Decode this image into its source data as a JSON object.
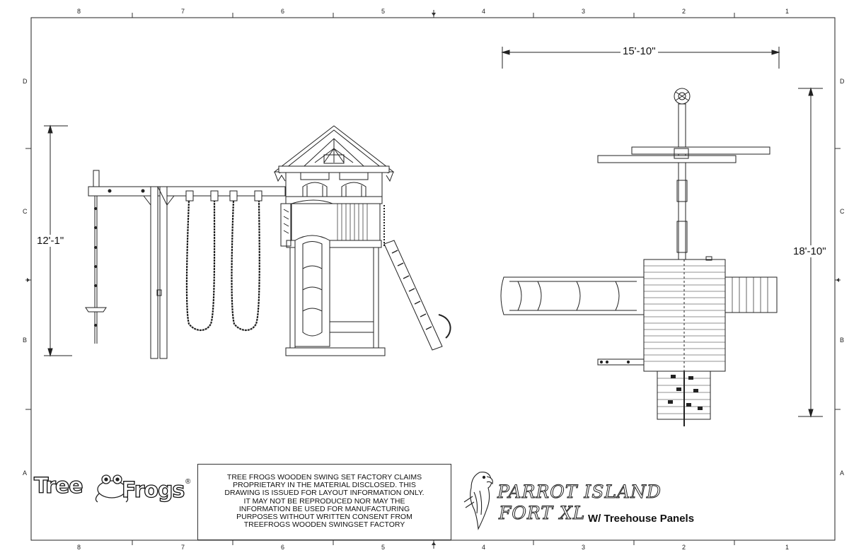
{
  "zones": {
    "columns": [
      "8",
      "7",
      "6",
      "5",
      "4",
      "3",
      "2",
      "1"
    ],
    "rows": [
      "D",
      "C",
      "B",
      "A"
    ]
  },
  "dimensions": {
    "width_top": "15'-10\"",
    "height_left": "12'-1\"",
    "depth_right": "18'-10\""
  },
  "disclaimer": {
    "lines": [
      "TREE FROGS WOODEN SWING SET FACTORY CLAIMS",
      "PROPRIETARY IN THE MATERIAL DISCLOSED. THIS",
      "DRAWING IS ISSUED FOR LAYOUT INFORMATION ONLY.",
      "IT MAY NOT BE REPRODUCED NOR MAY THE",
      "INFORMATION BE USED FOR MANUFACTURING",
      "PURPOSES WITHOUT WRITTEN CONSENT FROM",
      "TREEFROGS WOODEN SWINGSET FACTORY"
    ]
  },
  "brand": {
    "left": "Tree",
    "right": "Frogs",
    "registered": "®"
  },
  "product": {
    "line1": "PARROT ISLAND",
    "line2": "FORT XL",
    "subtitle": "W/ Treehouse Panels"
  }
}
